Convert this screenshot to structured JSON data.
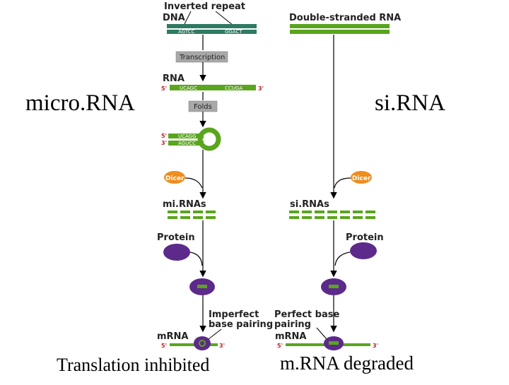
{
  "headings": {
    "left": "micro.RNA",
    "right": "si.RNA"
  },
  "captions": {
    "left": "Translation inhibited",
    "right": "m.RNA degraded"
  },
  "mirna_pathway": {
    "inverted_repeat": "Inverted repeat",
    "dna": "DNA",
    "dna_seq_left": "AGTCC",
    "dna_seq_right": "GGACT",
    "transcription": "Transcription",
    "rna": "RNA",
    "prime5": "5'",
    "prime3": "3'",
    "rna_seq_left": "UCAGC",
    "rna_seq_right": "CCUGA",
    "folds": "Folds",
    "hairpin_top": "UCAGG",
    "hairpin_bottom": "AGUCC",
    "dicer": "Dicer",
    "small_rnas": "mi.RNAs",
    "protein": "Protein",
    "pairing_line1": "Imperfect",
    "pairing_line2": "base pairing",
    "mrna": "mRNA"
  },
  "sirna_pathway": {
    "dsrna": "Double-stranded RNA",
    "dicer": "Dicer",
    "small_rnas": "si.RNAs",
    "protein": "Protein",
    "pairing_line1": "Perfect base",
    "pairing_line2": "pairing",
    "mrna": "mRNA",
    "prime5": "5'",
    "prime3": "3'"
  },
  "colors": {
    "dna_teal": "#2e7a63",
    "rna_green": "#5aa51e",
    "dicer_orange": "#ef8d1e",
    "protein_purple": "#5c2a8a",
    "box_gray": "#a8a8a8",
    "prime_red": "#c0202a"
  }
}
